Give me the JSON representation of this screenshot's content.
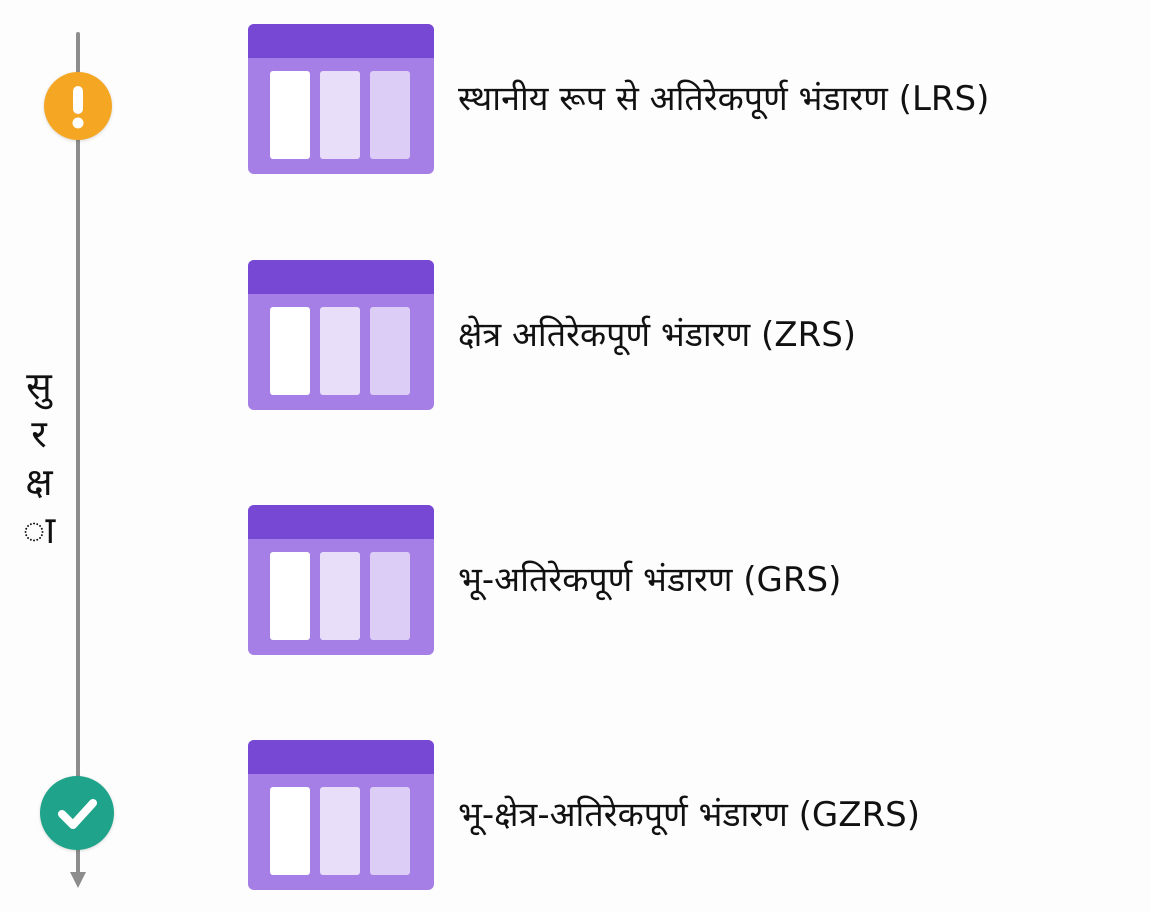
{
  "axis": {
    "label_chars": [
      "सु",
      "र",
      "क्ष",
      "ा"
    ]
  },
  "status": {
    "top_icon": "warning-icon",
    "top_color": "#f5a623",
    "bottom_icon": "check-icon",
    "bottom_color": "#1fa38a"
  },
  "colors": {
    "header_purple": "#7748d4",
    "body_purple": "#a57fe6",
    "slot_light": "#ffffff",
    "slot_mid": "#e8defa",
    "slot_soft": "#dccdf7"
  },
  "options": [
    {
      "label": "स्थानीय रूप से अतिरेकपूर्ण भंडारण (LRS)",
      "icon": "storage-table-icon"
    },
    {
      "label": "क्षेत्र अतिरेकपूर्ण भंडारण (ZRS)",
      "icon": "storage-table-icon"
    },
    {
      "label": "भू-अतिरेकपूर्ण भंडारण (GRS)",
      "icon": "storage-table-icon"
    },
    {
      "label": "भू-क्षेत्र-अतिरेकपूर्ण भंडारण (GZRS)",
      "icon": "storage-table-icon"
    }
  ]
}
